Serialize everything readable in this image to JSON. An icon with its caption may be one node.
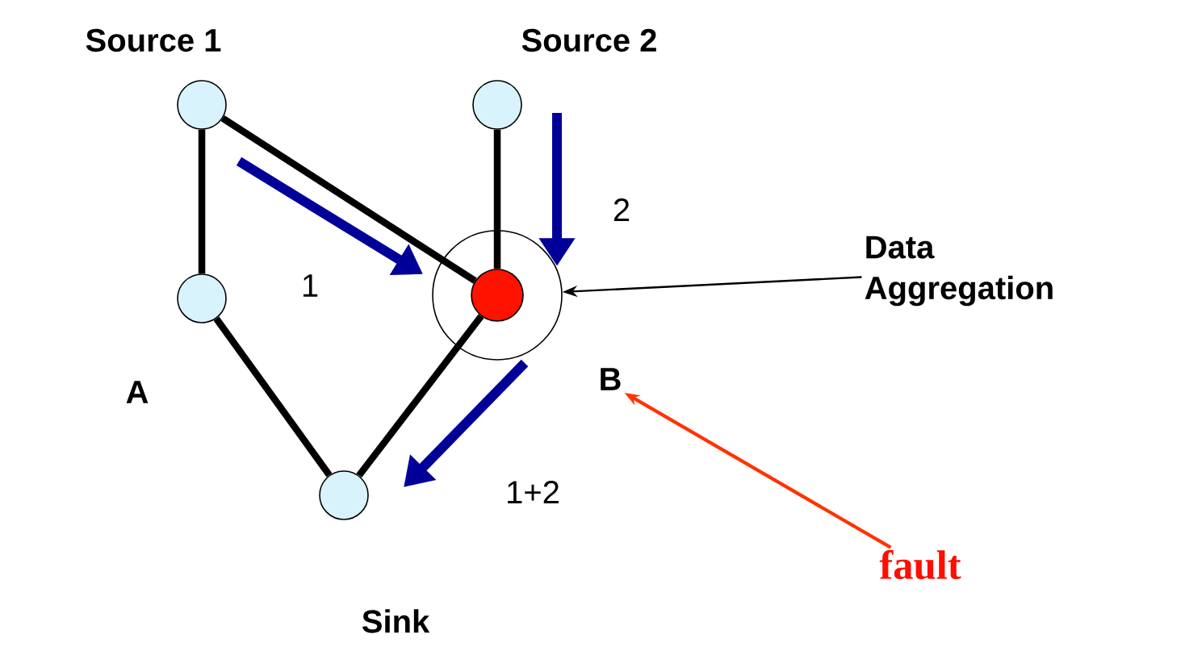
{
  "diagram": {
    "nodes": [
      {
        "text": [
          "Source 1"
        ]
      },
      {
        "text": [
          "Source 2"
        ]
      },
      {
        "text": [
          "A"
        ]
      },
      {
        "text": [],
        "shape": "circle"
      },
      {
        "text": [
          "B"
        ],
        "in": 3
      },
      {
        "text": [
          "Sink"
        ]
      },
      {
        "text": [
          "Data Aggregation"
        ]
      },
      {
        "text": [
          "fault"
        ]
      }
    ],
    "edges": [
      {
        "from": 0,
        "to": 2,
        "arrow": "none"
      },
      {
        "from": 2,
        "to": 5,
        "arrow": "none"
      },
      {
        "from": 5,
        "to": 4,
        "arrow": "none"
      },
      {
        "from": 4,
        "to": 1,
        "arrow": "none"
      },
      {
        "from": 0,
        "to": 4,
        "arrow": "none"
      },
      {
        "from": 6,
        "to": 3,
        "arrow": "to"
      },
      {
        "from": 7,
        "to": 4,
        "arrow": "to",
        "color": "#ff3300"
      }
    ],
    "labels": [
      "1",
      "2",
      "1+2"
    ]
  }
}
